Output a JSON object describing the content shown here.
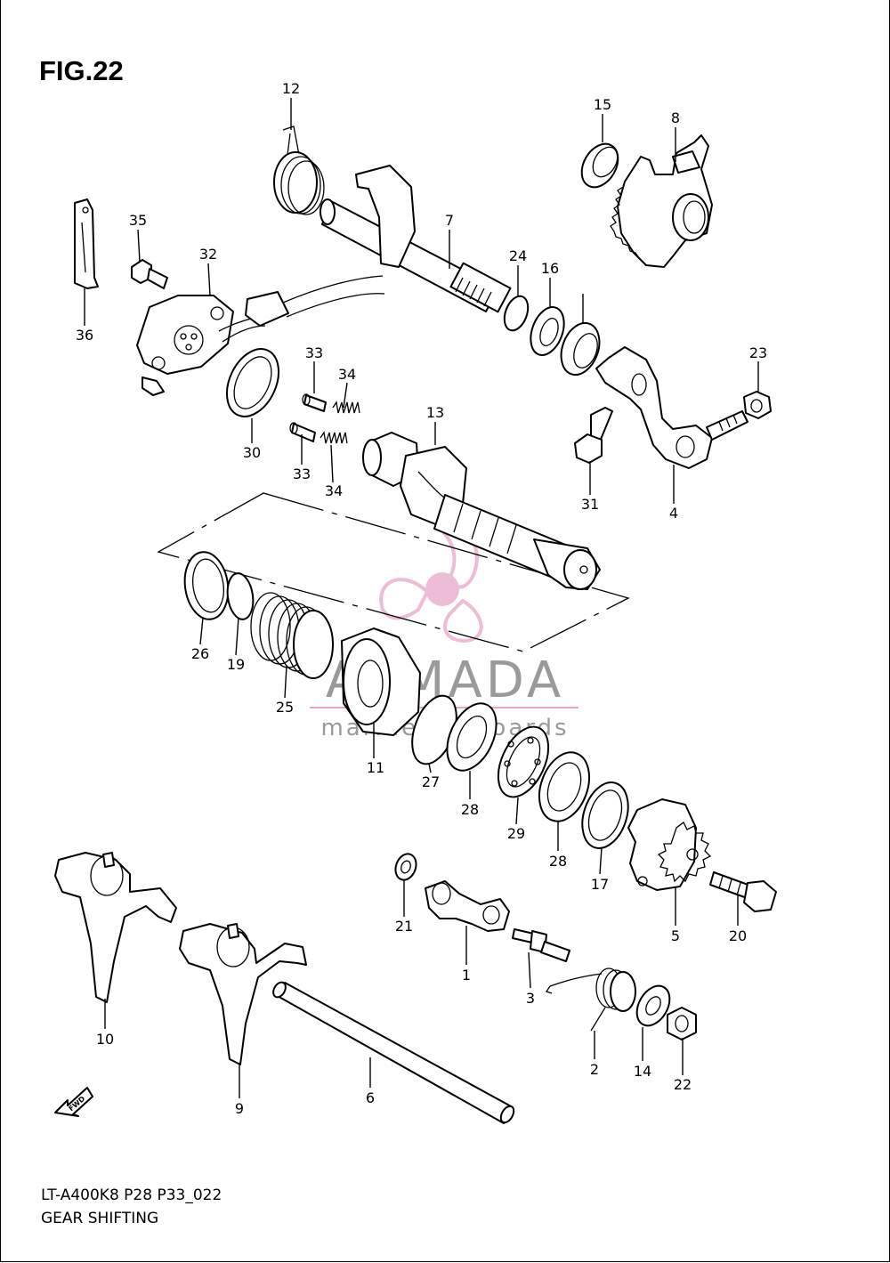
{
  "figure_title": "FIG.22",
  "footer": {
    "model_code": "LT-A400K8 P28 P33_022",
    "section_name": "GEAR SHIFTING"
  },
  "watermark": {
    "brand": "ARMADA",
    "tagline": "marine outboards"
  },
  "fwd_label": "FWD",
  "callouts": {
    "c1": "1",
    "c2": "2",
    "c3": "3",
    "c4": "4",
    "c5": "5",
    "c6": "6",
    "c7": "7",
    "c8": "8",
    "c9": "9",
    "c10": "10",
    "c11": "11",
    "c12": "12",
    "c13": "13",
    "c14": "14",
    "c15": "15",
    "c16": "16",
    "c17": "17",
    "c19": "19",
    "c20": "20",
    "c21": "21",
    "c22": "22",
    "c23": "23",
    "c24": "24",
    "c25": "25",
    "c26": "26",
    "c27": "27",
    "c28a": "28",
    "c28b": "28",
    "c29": "29",
    "c30": "30",
    "c31": "31",
    "c32": "32",
    "c33a": "33",
    "c33b": "33",
    "c34a": "34",
    "c34b": "34",
    "c35": "35",
    "c36": "36"
  },
  "colors": {
    "watermark_pink": "#e8a6c8",
    "watermark_gray": "#999999",
    "line": "#000000"
  }
}
